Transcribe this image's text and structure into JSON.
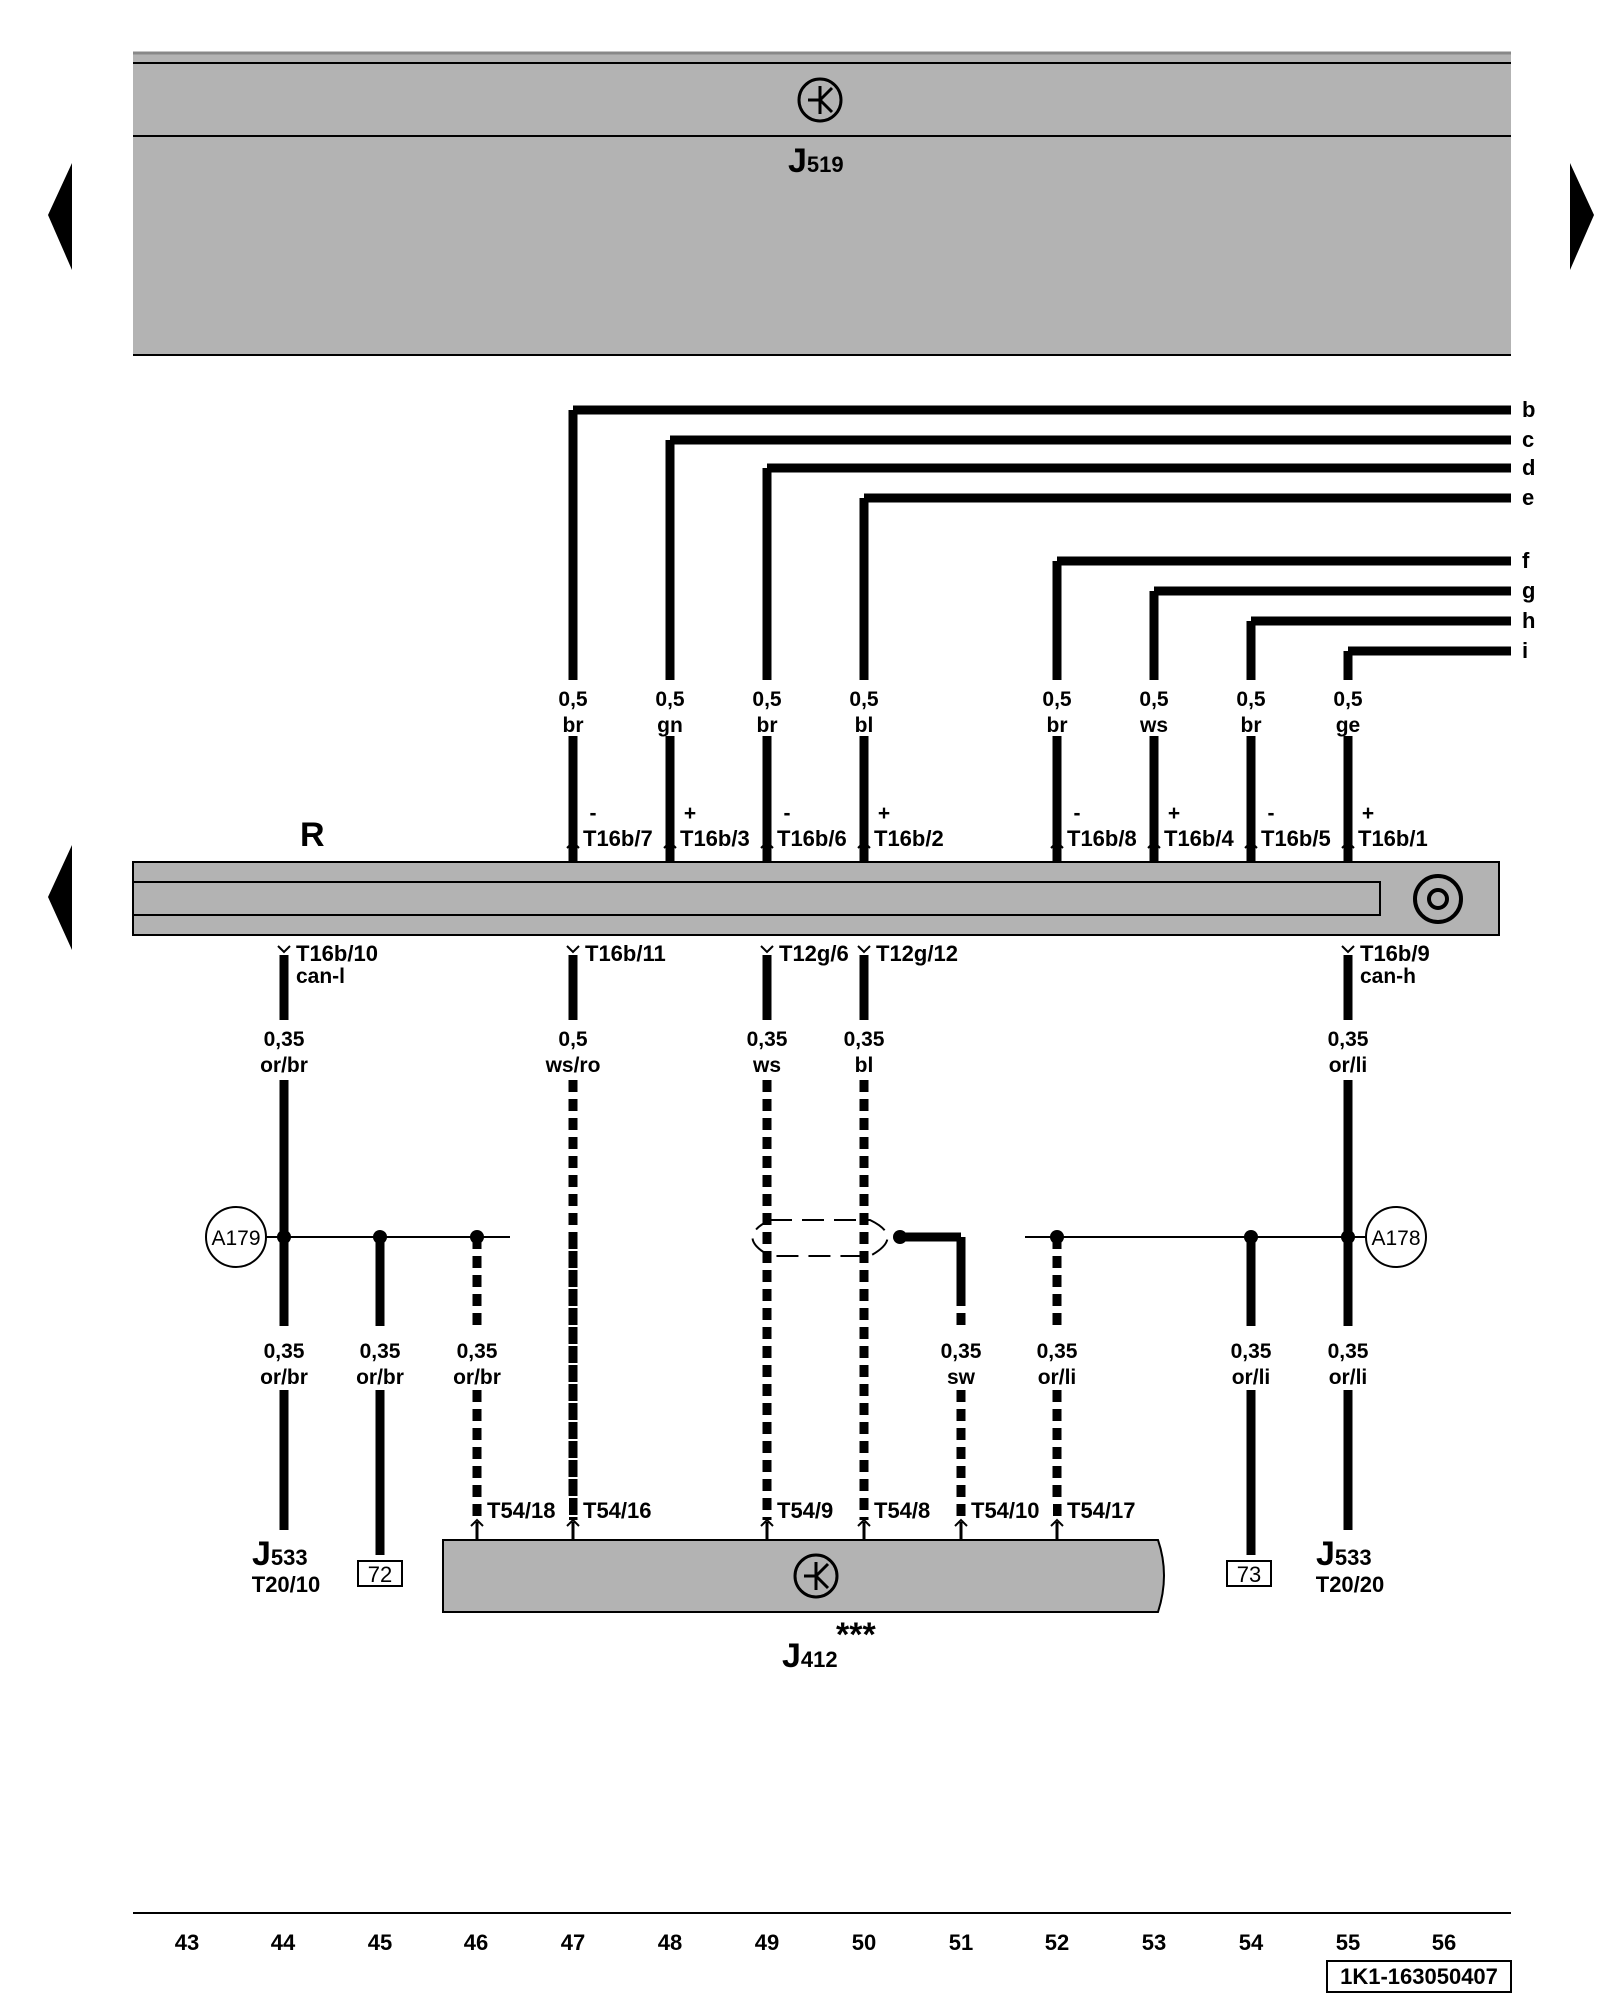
{
  "components": {
    "top_module": {
      "letter": "J",
      "sub": "519",
      "icon": "module-icon"
    },
    "radio": {
      "label": "R",
      "icon": "cd-icon"
    },
    "bottom_module": {
      "letter": "J",
      "sub": "412",
      "sup": "***",
      "icon": "module-icon"
    },
    "gateway_left": {
      "letter": "J",
      "sub": "533",
      "pin": "T20/10"
    },
    "gateway_right": {
      "letter": "J",
      "sub": "533",
      "pin": "T20/20"
    },
    "ground_72": "72",
    "ground_73": "73"
  },
  "wire_refs": [
    "b",
    "c",
    "d",
    "e",
    "f",
    "g",
    "h",
    "i"
  ],
  "top_wires": [
    {
      "size": "0,5",
      "color": "br",
      "pin": "T16b/7",
      "polarity": "-",
      "ref": "b"
    },
    {
      "size": "0,5",
      "color": "gn",
      "pin": "T16b/3",
      "polarity": "+",
      "ref": "c"
    },
    {
      "size": "0,5",
      "color": "br",
      "pin": "T16b/6",
      "polarity": "-",
      "ref": "d"
    },
    {
      "size": "0,5",
      "color": "bl",
      "pin": "T16b/2",
      "polarity": "+",
      "ref": "e"
    },
    {
      "size": "0,5",
      "color": "br",
      "pin": "T16b/8",
      "polarity": "-",
      "ref": "f"
    },
    {
      "size": "0,5",
      "color": "ws",
      "pin": "T16b/4",
      "polarity": "+",
      "ref": "g"
    },
    {
      "size": "0,5",
      "color": "br",
      "pin": "T16b/5",
      "polarity": "-",
      "ref": "h"
    },
    {
      "size": "0,5",
      "color": "ge",
      "pin": "T16b/1",
      "polarity": "+",
      "ref": "i"
    }
  ],
  "radio_bottom_pins": [
    {
      "pin": "T16b/10",
      "signal": "can-l"
    },
    {
      "pin": "T16b/11",
      "signal": ""
    },
    {
      "pin": "T12g/6",
      "signal": ""
    },
    {
      "pin": "T12g/12",
      "signal": ""
    },
    {
      "pin": "T16b/9",
      "signal": "can-h"
    }
  ],
  "upper_wires": [
    {
      "size": "0,35",
      "color": "or/br"
    },
    {
      "size": "0,5",
      "color": "ws/ro"
    },
    {
      "size": "0,35",
      "color": "ws"
    },
    {
      "size": "0,35",
      "color": "bl"
    },
    {
      "size": "0,35",
      "color": "or/li"
    }
  ],
  "junctions": {
    "left": "A179",
    "right": "A178"
  },
  "lower_wires": [
    {
      "size": "0,35",
      "color": "or/br"
    },
    {
      "size": "0,35",
      "color": "or/br"
    },
    {
      "size": "0,35",
      "color": "or/br"
    },
    {
      "size": "0,35",
      "color": "sw"
    },
    {
      "size": "0,35",
      "color": "or/li"
    },
    {
      "size": "0,35",
      "color": "or/li"
    },
    {
      "size": "0,35",
      "color": "or/li"
    }
  ],
  "j412_pins": [
    "T54/18",
    "T54/16",
    "T54/9",
    "T54/8",
    "T54/10",
    "T54/17"
  ],
  "columns": [
    "43",
    "44",
    "45",
    "46",
    "47",
    "48",
    "49",
    "50",
    "51",
    "52",
    "53",
    "54",
    "55",
    "56"
  ],
  "footer_code": "1K1-163050407",
  "colors": {
    "module_fill": "#b3b3b3",
    "wire": "#000000"
  }
}
